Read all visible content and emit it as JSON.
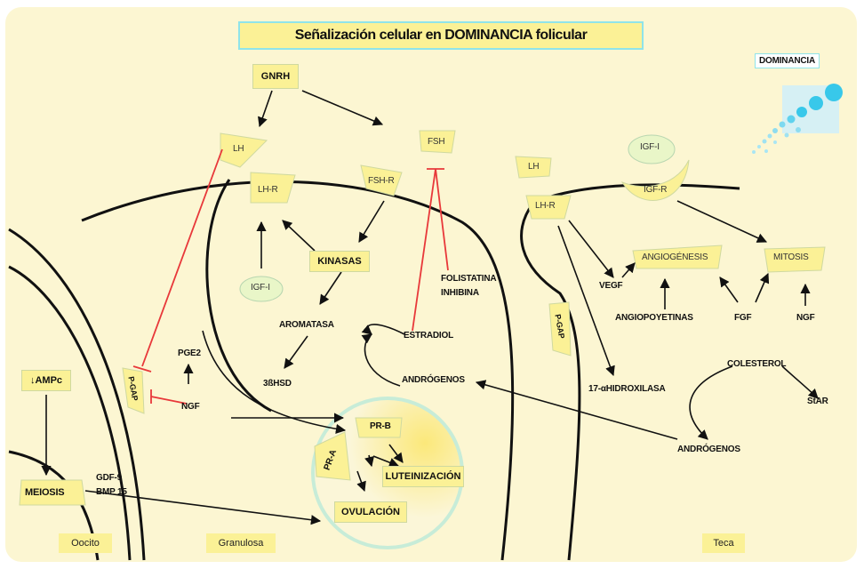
{
  "title": "Señalización celular en DOMINANCIA folicular",
  "corner_label": "DOMINANCIA",
  "nodes": {
    "gnrh": "GNRH",
    "lh_top": "LH",
    "fsh_top": "FSH",
    "lh_r": "LH-R",
    "fsh_r": "FSH-R",
    "kinasas": "KINASAS",
    "igf1_left": "IGF-I",
    "aromatasa": "AROMATASA",
    "hsd": "3ßHSD",
    "estradiol": "ESTRADIOL",
    "androgenos_mid": "ANDRÓGENOS",
    "folistatina": "FOLISTATINA",
    "inhibina": "INHIBINA",
    "pge2": "PGE2",
    "ngf_left": "NGF",
    "pgap_left": "P-GAP",
    "amp": "↓AMPc",
    "meiosis": "MEIOSIS",
    "gdf9": "GDF-9",
    "bmp15": "BMP 15",
    "pr_b": "PR-B",
    "pr_a": "PR-A",
    "luteinizacion": "LUTEINIZACIÓN",
    "ovulacion": "OVULACIÓN",
    "lh_theca": "LH",
    "lh_r_theca": "LH-R",
    "igf1_theca": "IGF-I",
    "igf_r": "IGF-R",
    "pgap_theca": "P-GAP",
    "vegf": "VEGF",
    "angiogenesis": "ANGIOGÉNESIS",
    "angiopoyetinas": "ANGIOPOYETINAS",
    "fgf": "FGF",
    "mitosis": "MITOSIS",
    "ngf_right": "NGF",
    "hidroxilasa": "17-αHIDROXILASA",
    "colesterol": "COLESTEROL",
    "star": "StAR",
    "androgenos_right": "ANDRÓGENOS"
  },
  "regions": {
    "oocito": "Oocito",
    "granulosa": "Granulosa",
    "teca": "Teca"
  },
  "colors": {
    "background": "#fcf6d2",
    "label_fill": "#fbf196",
    "title_border": "#8fe4ea",
    "inhibition": "#e8383a",
    "arrow": "#111111",
    "bubbles": "#38c8ea"
  }
}
